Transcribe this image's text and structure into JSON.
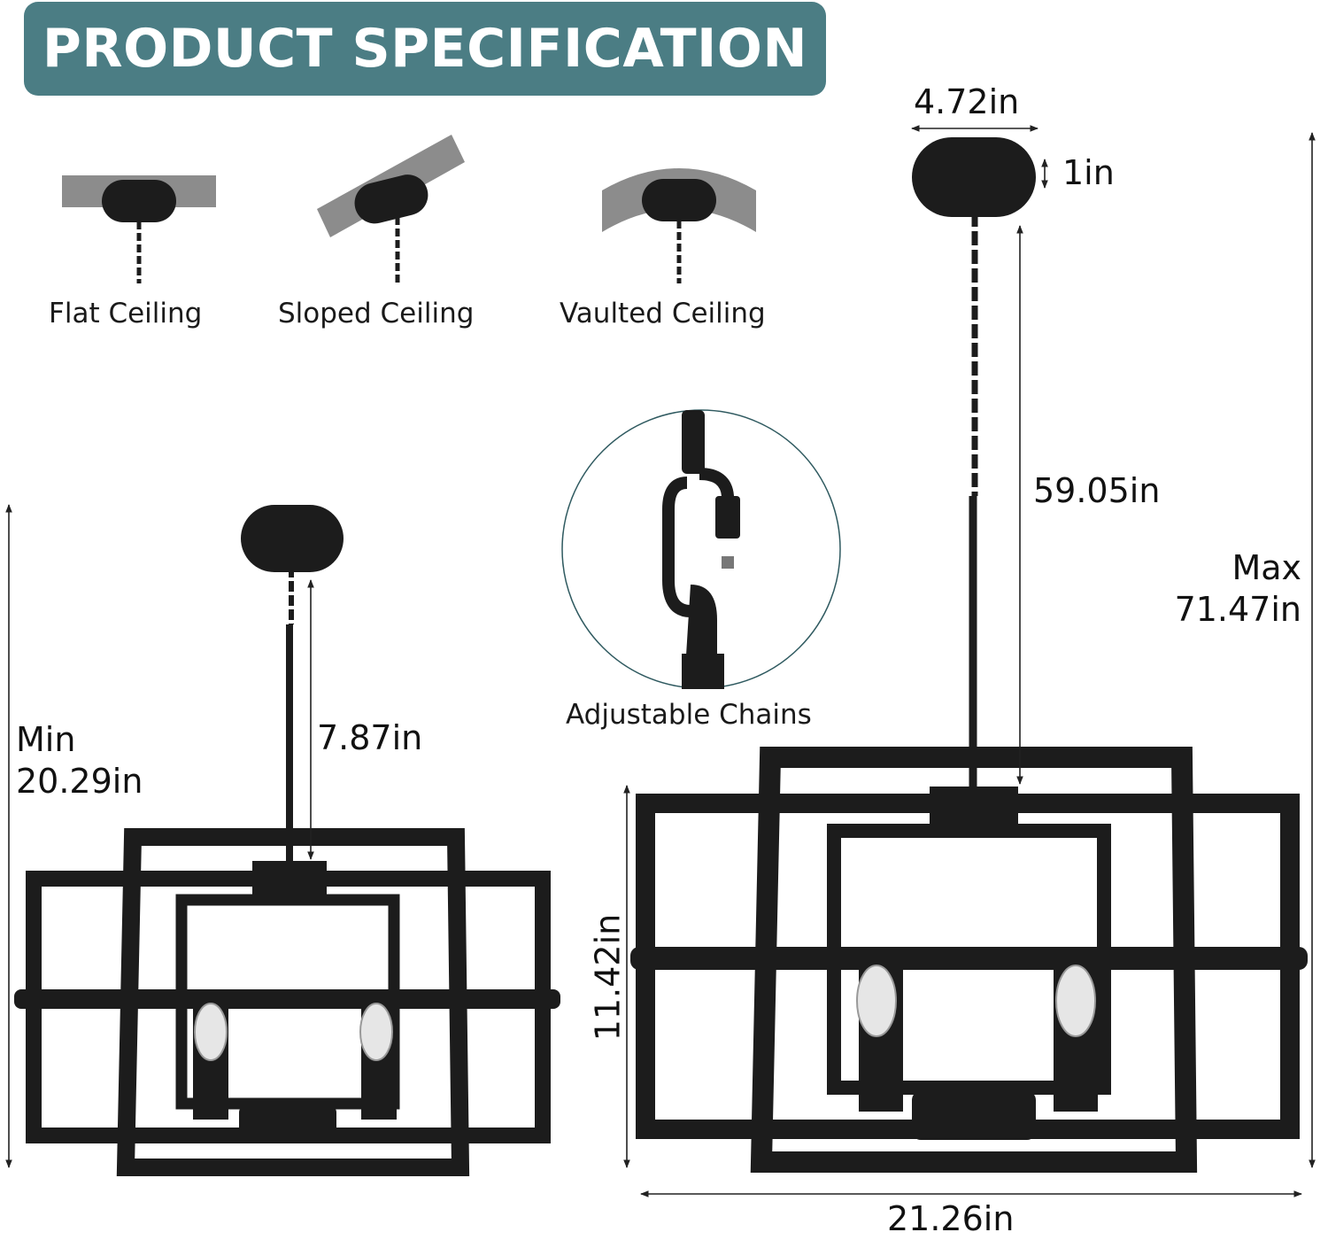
{
  "header": {
    "title": "PRODUCT SPECIFICATION"
  },
  "mounting": {
    "flat": "Flat Ceiling",
    "sloped": "Sloped Ceiling",
    "vaulted": "Vaulted Ceiling"
  },
  "detail": {
    "caption": "Adjustable Chains"
  },
  "dimensions": {
    "canopy_width": "4.72in",
    "canopy_height": "1in",
    "chain_length": "59.05in",
    "max_label": "Max",
    "max_value": "71.47in",
    "min_label": "Min",
    "min_value": "20.29in",
    "rod_length": "7.87in",
    "body_height": "11.42in",
    "body_width": "21.26in"
  },
  "colors": {
    "banner": "#4b7d84",
    "fixture": "#1c1c1c",
    "ceiling": "#8c8c8c"
  }
}
